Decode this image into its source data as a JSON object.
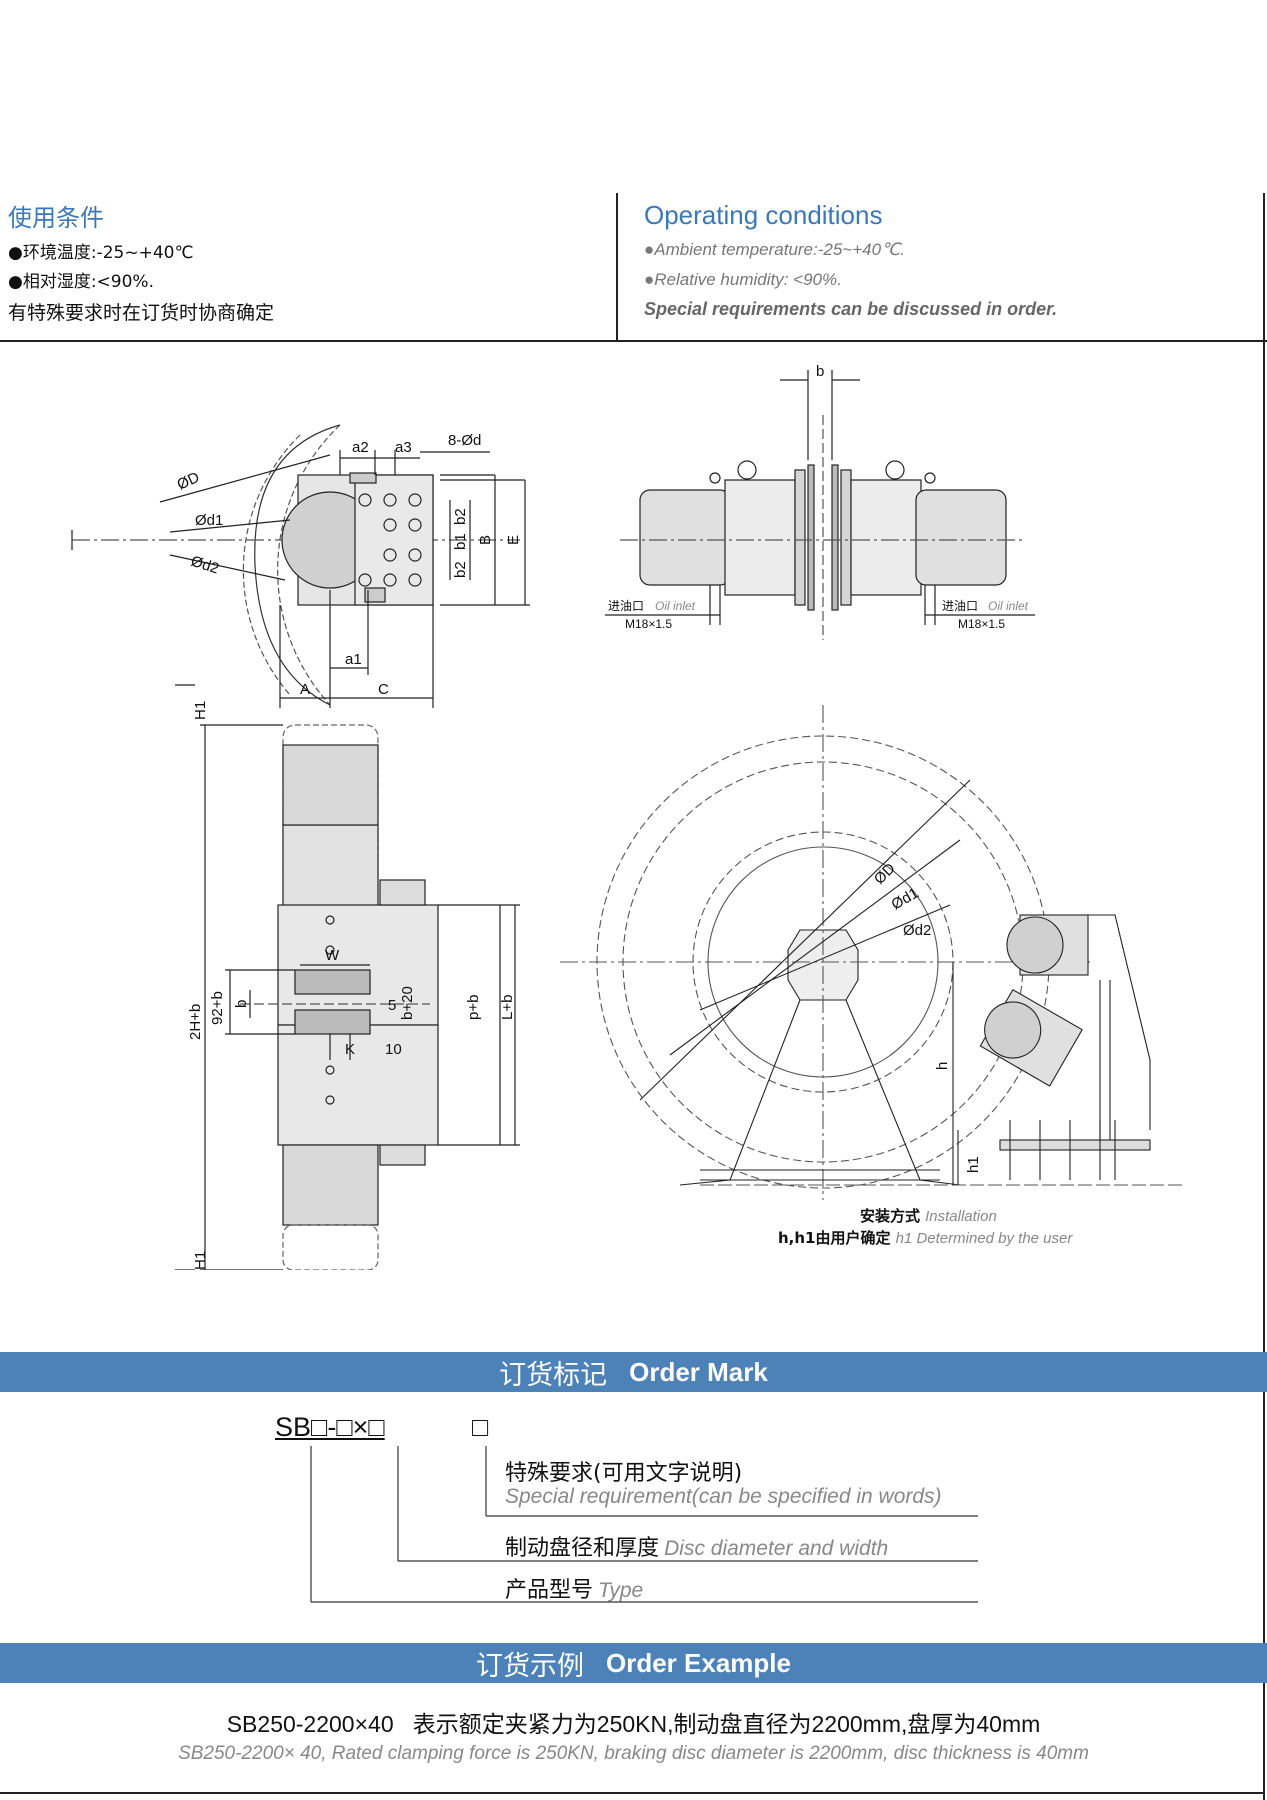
{
  "conditions": {
    "cn": {
      "title": "使用条件",
      "items": [
        "●环境温度:-25~+40℃",
        "●相对湿度:<90%."
      ],
      "note": "有特殊要求时在订货时协商确定"
    },
    "en": {
      "title": "Operating conditions",
      "items": [
        "●Ambient temperature:-25~+40℃.",
        "●Relative humidity: <90%."
      ],
      "note": "Special requirements can be discussed in order."
    }
  },
  "drawings": {
    "view1": {
      "labels": [
        "ØD",
        "Ød1",
        "Ød2",
        "a2",
        "a3",
        "8-Ød",
        "b2",
        "b1",
        "b2",
        "B",
        "E",
        "a1",
        "A",
        "C"
      ]
    },
    "view2": {
      "labels": [
        "b"
      ],
      "inlet_left": {
        "cn": "进油口",
        "en": "Oil inlet",
        "thread": "M18×1.5"
      },
      "inlet_right": {
        "cn": "进油口",
        "en": "Oil inlet",
        "thread": "M18×1.5"
      }
    },
    "view3": {
      "labels": [
        "H1",
        "W",
        "2H+b",
        "92+b",
        "b",
        "5",
        "b+20",
        "p+b",
        "L+b",
        "K",
        "10",
        "H1"
      ]
    },
    "view4": {
      "labels": [
        "ØD",
        "Ød1",
        "Ød2",
        "h",
        "h1"
      ],
      "caption_line1": {
        "cn": "安装方式",
        "en": "Installation"
      },
      "caption_line2": {
        "cn": "h,h1由用户确定",
        "en": "h1 Determined by the user"
      }
    }
  },
  "order_mark": {
    "banner_cn": "订货标记",
    "banner_en": "Order Mark",
    "code": "SB□-□×□",
    "code_box": "□",
    "items": [
      {
        "cn": "特殊要求(可用文字说明)",
        "en": "Special requirement(can be specified in words)"
      },
      {
        "cn": "制动盘径和厚度",
        "en": "Disc diameter and width"
      },
      {
        "cn": "产品型号",
        "en": "Type"
      }
    ]
  },
  "order_example": {
    "banner_cn": "订货示例",
    "banner_en": "Order Example",
    "cn": "SB250-2200×40   表示额定夹紧力为250KN,制动盘直径为2200mm,盘厚为40mm",
    "en": "SB250-2200× 40, Rated clamping force is 250KN, braking disc diameter is 2200mm, disc thickness is 40mm"
  },
  "colors": {
    "accent": "#3a78b8",
    "banner": "#4d82b8"
  }
}
